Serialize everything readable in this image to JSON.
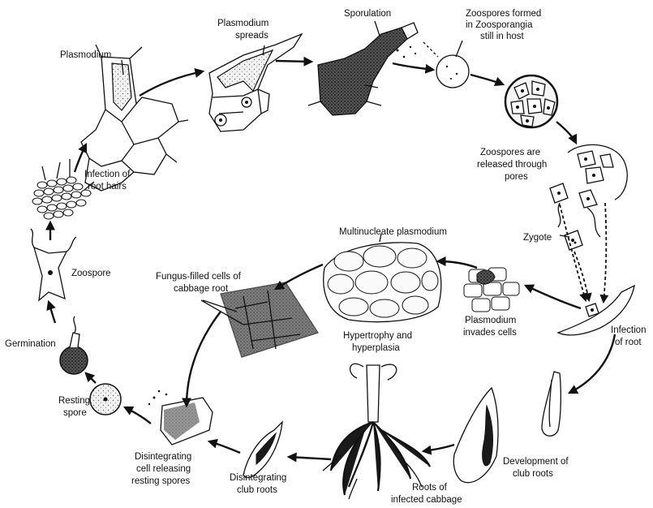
{
  "labels": {
    "plasmodium": "Plasmodium",
    "plasmodium_spreads_1": "Plasmodium",
    "plasmodium_spreads_2": "spreads",
    "sporulation": "Sporulation",
    "zoosp_formed_1": "Zoospores formed",
    "zoosp_formed_2": "in Zoosporangia",
    "zoosp_formed_3": "still in host",
    "zoosp_released_1": "Zoospores are",
    "zoosp_released_2": "released through",
    "zoosp_released_3": "pores",
    "zygote": "Zygote",
    "infection_root_1": "Infection",
    "infection_root_2": "of root",
    "development_1": "Development of",
    "development_2": "club roots",
    "roots_infected_1": "Roots of",
    "roots_infected_2": "infected cabbage",
    "disintegrating_club_1": "Disintegrating",
    "disintegrating_club_2": "club roots",
    "disint_cell_1": "Disintegrating",
    "disint_cell_2": "cell releasing",
    "disint_cell_3": "resting spores",
    "resting_1": "Resting",
    "resting_2": "spore",
    "germination": "Germination",
    "zoospore": "Zoospore",
    "infection_hairs_1": "Infection of",
    "infection_hairs_2": "root hairs",
    "fungus_filled_1": "Fungus-filled cells of",
    "fungus_filled_2": "cabbage root",
    "multinucleate": "Multinucleate plasmodium",
    "hypertrophy_1": "Hypertrophy and",
    "hypertrophy_2": "hyperplasia",
    "plasmodium_invades_1": "Plasmodium",
    "plasmodium_invades_2": "invades cells"
  },
  "colors": {
    "ink": "#111111",
    "background": "#ffffff"
  }
}
